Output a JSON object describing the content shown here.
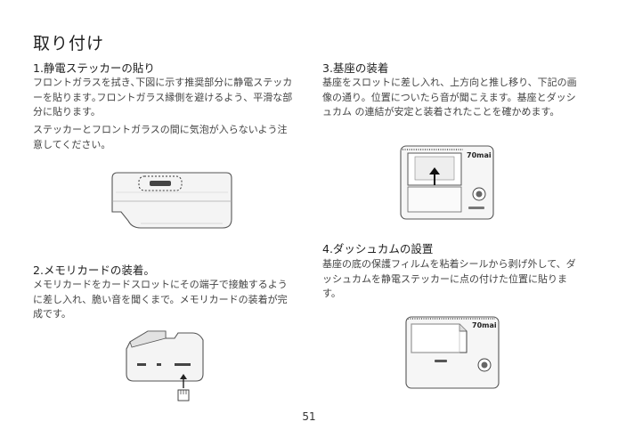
{
  "page": {
    "title": "取り付け",
    "page_number": "51"
  },
  "sections": [
    {
      "heading": "1.静電ステッカーの貼り",
      "paragraphs": [
        "フロントガラスを拭き､下図に示す推奨部分に静電ステッカーを貼ります｡フロントガラス縁側を避けるよう、平滑な部分に貼ります。",
        "ステッカーとフロントガラスの間に気泡が入らないよう注意してください。"
      ]
    },
    {
      "heading": "2.メモリカードの装着。",
      "paragraphs": [
        "メモリカードをカードスロットにその端子で接触するように差し入れ、脆い音を聞くまで。メモリカードの装着が完成です。"
      ]
    },
    {
      "heading": "3.基座の装着",
      "paragraphs": [
        "基座をスロットに差し入れ、上方向と推し移り、下記の画像の通り。位置についたら音が聞こえます。基座とダッシュカム の連結が安定と装着されたことを確かめます。"
      ]
    },
    {
      "heading": "4.ダッシュカムの設置",
      "paragraphs": [
        "基座の底の保護フィルムを粘着シールから剥げ外して、ダッシュカムを静電ステッカーに点の付けた位置に貼ります。"
      ]
    }
  ],
  "figures": {
    "brand_label": "70mai"
  }
}
